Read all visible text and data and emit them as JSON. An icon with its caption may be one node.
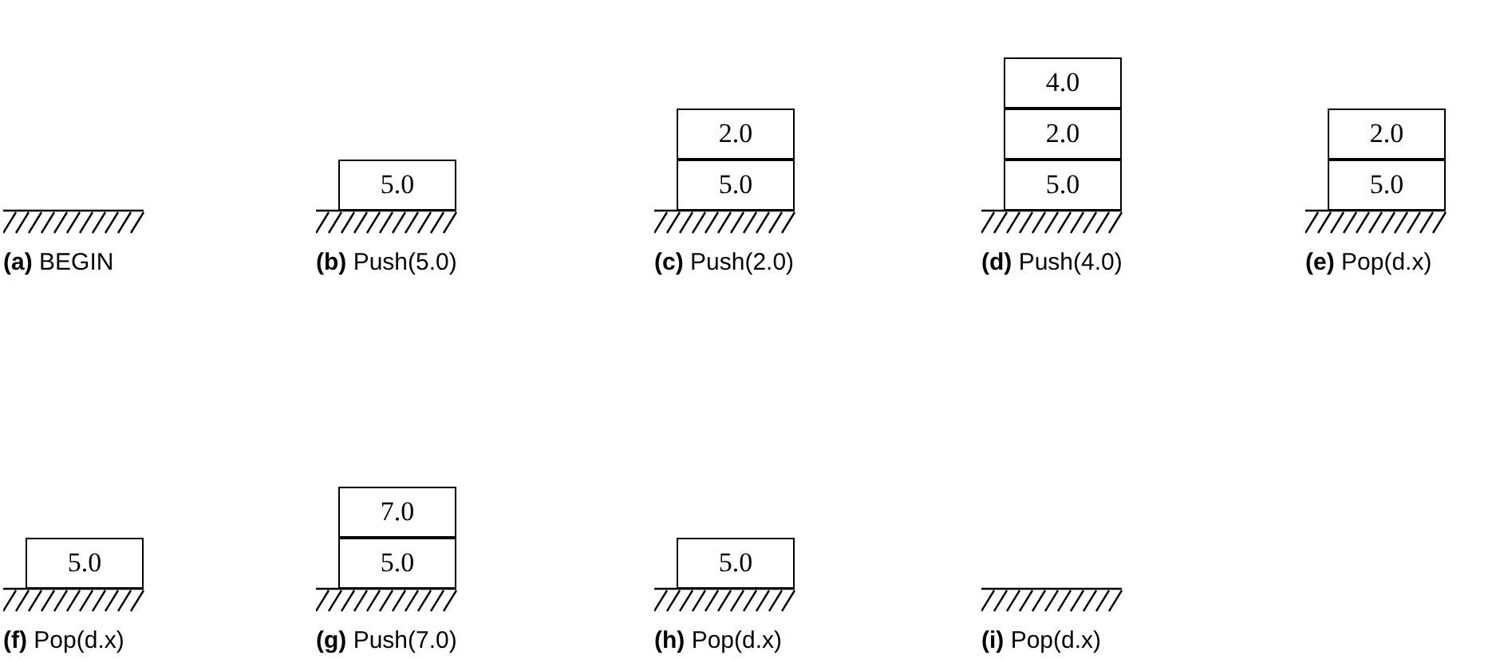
{
  "diagram": {
    "nodes": [
      {
        "text": [
          "5.0"
        ]
      },
      {
        "text": [
          "2.0"
        ]
      },
      {
        "text": [
          "5.0"
        ]
      },
      {
        "text": [
          "4.0"
        ]
      },
      {
        "text": [
          "2.0"
        ]
      },
      {
        "text": [
          "5.0"
        ]
      },
      {
        "text": [
          "2.0"
        ]
      },
      {
        "text": [
          "5.0"
        ]
      },
      {
        "text": [
          "5.0"
        ]
      },
      {
        "text": [
          "7.0"
        ]
      },
      {
        "text": [
          "5.0"
        ]
      },
      {
        "text": [
          "5.0"
        ]
      }
    ],
    "labels": [
      "**(a)** BEGIN",
      "**(b)** Push(5.0)",
      "**(c)** Push(2.0)",
      "**(d)** Push(4.0)",
      "**(e)** Pop(d.x)",
      "**(f)** Pop(d.x)",
      "**(g)** Push(7.0)",
      "**(h)** Pop(d.x)",
      "**(i)** Pop(d.x)"
    ]
  }
}
